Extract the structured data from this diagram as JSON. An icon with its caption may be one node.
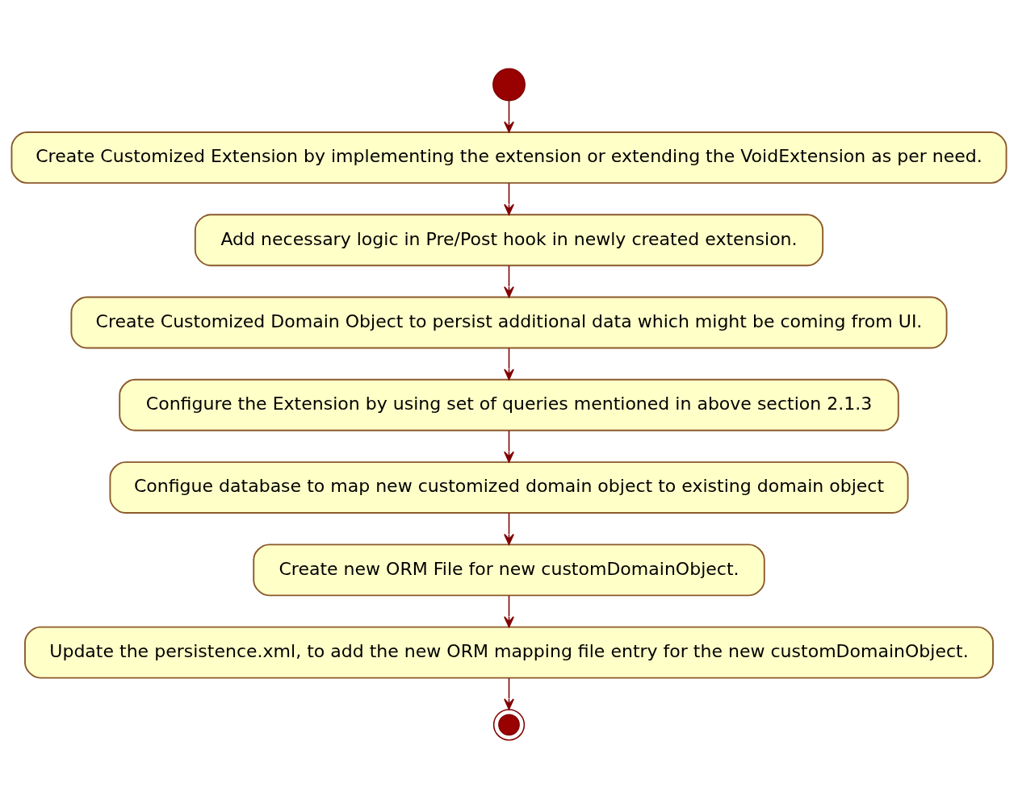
{
  "diagram": {
    "nodes": [
      {
        "text": [],
        "shape": "circle"
      },
      {
        "text": [
          "Create Customized Extension by implementing the extension or extending the VoidExtension as per need."
        ]
      },
      {
        "text": [
          "Add necessary logic in Pre/Post hook in newly created extension."
        ]
      },
      {
        "text": [
          "Create Customized Domain Object to persist additional data which might be coming from UI."
        ]
      },
      {
        "text": [
          "Configure the Extension by using set of queries mentioned in above section 2.1.3"
        ]
      },
      {
        "text": [
          "Configue database to map new customized domain object to existing domain object"
        ]
      },
      {
        "text": [
          "Create new ORM File for new customDomainObject."
        ]
      },
      {
        "text": [
          "Update the persistence.xml, to add the new ORM mapping file entry for the new customDomainObject."
        ]
      },
      {
        "text": [],
        "shape": "circle"
      }
    ],
    "edges": [
      {
        "from": 0,
        "to": 1,
        "arrow": "to"
      },
      {
        "from": 1,
        "to": 2,
        "arrow": "to"
      },
      {
        "from": 2,
        "to": 3,
        "arrow": "to"
      },
      {
        "from": 3,
        "to": 4,
        "arrow": "to"
      },
      {
        "from": 4,
        "to": 5,
        "arrow": "to"
      },
      {
        "from": 5,
        "to": 6,
        "arrow": "to"
      },
      {
        "from": 6,
        "to": 7,
        "arrow": "to"
      },
      {
        "from": 7,
        "to": 8,
        "arrow": "to"
      }
    ]
  }
}
